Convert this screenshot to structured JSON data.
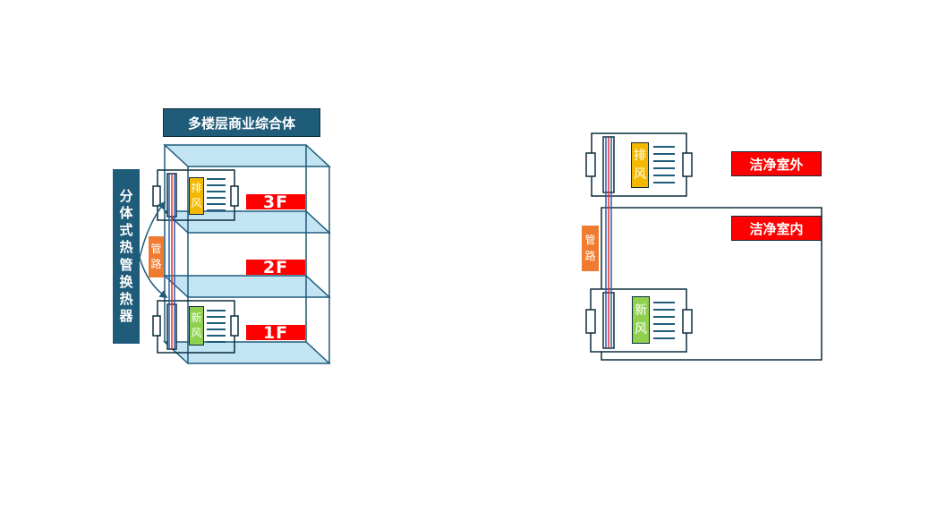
{
  "left": {
    "title": "多楼层商业综合体",
    "vertical_label": [
      "分",
      "体",
      "式",
      "热",
      "管",
      "换",
      "热",
      "器"
    ],
    "pipe_label": [
      "管",
      "路"
    ],
    "exhaust_label": [
      "排",
      "风"
    ],
    "fresh_label": [
      "新",
      "风"
    ],
    "floors": [
      "3F",
      "2F",
      "1F"
    ]
  },
  "right": {
    "pipe_label": [
      "管",
      "路"
    ],
    "exhaust_label": [
      "排",
      "风"
    ],
    "fresh_label": [
      "新",
      "风"
    ],
    "outside_label": "洁净室外",
    "inside_label": "洁净室内"
  },
  "colors": {
    "navy": "#1f5c7a",
    "outline": "#0c2d3d",
    "floor_fill": "#c3e4f3",
    "red": "#ff0000",
    "orange": "#f07a30",
    "yellow": "#f5b800",
    "green": "#8fd14f"
  }
}
